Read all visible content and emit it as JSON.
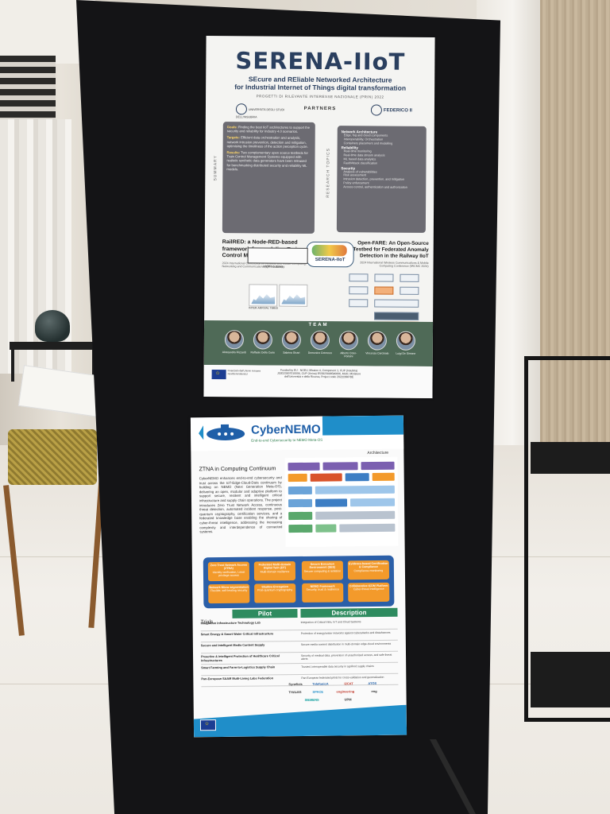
{
  "poster1": {
    "title": "SERENA-IIoT",
    "subtitle_line1": "SEcure and REliable Networked Architecture",
    "subtitle_line2": "for Industrial Internet of Things digital transformation",
    "band": "PROGETTI DI RILEVANTE INTERESSE NAZIONALE (PRIN) 2022",
    "partners_label": "PARTNERS",
    "partner_left": "UNIVERSITÀ DEGLI STUDI DELL'INSUBRIA",
    "partner_right": "FEDERICO II",
    "summary_label": "SUMMARY",
    "summary": [
      {
        "key": "Goals:",
        "text": "Finding the best IIoT architectures to support the security and reliability for Industry 4.0 scenarios."
      },
      {
        "key": "Targets:",
        "text": "Efficient data orchestration and analysis, network intrusion prevention, detection and mitigation, optimising the timeliness of the action perception cycle."
      },
      {
        "key": "Results:",
        "text": "Two complementary open source testbeds for Train Control Management Systems equipped with realistic synthetic data generators have been released for benchmarking distributed security and reliability ML models."
      }
    ],
    "research_label": "RESEARCH TOPICS",
    "research": [
      {
        "head": "Network Architecture",
        "lines": [
          "Edge, fog and cloud components",
          "Interoperability, Orchestration",
          "Containers placement and modelling"
        ]
      },
      {
        "head": "Reliability",
        "lines": [
          "Real-time monitoring",
          "Real-time data stream analysis",
          "ML based data analytics",
          "Fault/Attack classification"
        ]
      },
      {
        "head": "Security",
        "lines": [
          "Analysis of vulnerabilities",
          "Risk assessment",
          "Intrusion detection, prevention, and mitigation",
          "Policy enforcement",
          "Access control, authentication and authorization"
        ]
      }
    ],
    "railred_title": "RailRED: a Node-RED-based framework for modeling Train Control Management Systems",
    "railred_note": "2024 International Conference on Wireless and Mobile Computing, Networking and Communications (WiMob 2024)",
    "center_logo": "SERENA-IIoT",
    "fare_title": "Open-FARE: An Open-Source Testbed for Federated Anomaly Detection in the Railway IIoT",
    "fare_note": "2024 International Wireless Communications & Mobile Computing Conference (IWCMC 2024)",
    "mqtt_label": "MQTT Gateway",
    "inter_arrival": "INTER-ARRIVAL TIMES",
    "team_label": "TEAM",
    "team": [
      {
        "name": "Alessandra Rizzardi"
      },
      {
        "name": "Raffaele Della Corte"
      },
      {
        "name": "Sabrina Sicari"
      },
      {
        "name": "Domenico Cotroneo"
      },
      {
        "name": "Alberto Coen-Porisini"
      },
      {
        "name": "Vincenza Carchiolo"
      },
      {
        "name": "Luigi De Simone"
      }
    ],
    "funding": "Funded by EU - NGEU, Mission 4, Component 1, CUP (Insubria) J53D23007010006, CUP (Unina) E53D23008540006, MUR, Ministero dell'Università e della Ricerca, Project code 2022C8RPBE",
    "eu_text": "Finanziato dall'Unione europea NextGenerationEU",
    "colors": {
      "title": "#2a3f5f",
      "summary_bg": "#6c6b72",
      "team_bg": "#4f6a57",
      "accent": "#ffd86b"
    }
  },
  "poster2": {
    "title": "CyberNEMO",
    "tagline": "End-to-end Cybersecurity to NEMO Meta-OS",
    "architecture_label": "Architecture",
    "zina_title": "ZTNA in Computing Continuum",
    "zina_text": "CyberNEMO enhances end-to-end cybersecurity and trust across the IoT-Edge-Cloud-Data continuum by building on NEMO (Next Generation Meta-OS), delivering an open, modular and adaptive platform to support secure, resilient and intelligent critical infrastructure and supply chain operations. The project introduces Zero Trust Network Access, continuous threat detection, automated incident response, post-quantum cryptography, certification services, and a federated knowledge base enabling the sharing of cyber-threat intelligence, addressing the increasing complexity and interdependence of connected systems.",
    "modules": [
      {
        "label": "Zero Trust Network Access (ZTNA)",
        "desc": "Identity verification, Least privilege access"
      },
      {
        "label": "Federated Multi-domain Digital Twin (DT)",
        "desc": "Multi-domain resilience"
      },
      {
        "label": "Secure Execution Environment (SEE)",
        "desc": "Secure computing & isolation"
      },
      {
        "label": "Evidence-based Certification & Compliance",
        "desc": "Compliance monitoring"
      },
      {
        "label": "Network Micro-segmentation",
        "desc": "Flexible, self-healing security"
      },
      {
        "label": "Shadow Encryption",
        "desc": "Post-quantum cryptography"
      },
      {
        "label": "NEMO Framework",
        "desc": "Security, trust & resilience"
      },
      {
        "label": "Collaborative ICDM Platform",
        "desc": "Cyber-threat intelligence"
      }
    ],
    "trials_label": "Trials",
    "table_headers": [
      "Pilot",
      "Description"
    ],
    "trials": [
      {
        "pilot": "Integration Infrastructure Technology Lab",
        "desc": "Integration of Critical Infra, IoT and Cloud Systems"
      },
      {
        "pilot": "Smart Energy & Smart Water Critical Infrastructure",
        "desc": "Protection of energy/water networks against cyberattacks and disturbances"
      },
      {
        "pilot": "Secure and Intelligent Media Content Supply",
        "desc": "Secure media content distribution in multi-domain edge-cloud environments"
      },
      {
        "pilot": "Proactive & Intelligent Protection of Healthcare Critical Infrastructures",
        "desc": "Security of medical data, prevention of unauthorised access, and safe threat alerts"
      },
      {
        "pilot": "Smart Farming and Farm-to-Logistics Supply Chain",
        "desc": "Trusted, interoperable data security in agrifood supply chains"
      },
      {
        "pilot": "Pan-European SAAM Multi-Living Labs Federation",
        "desc": "Pan-European federated pilots for cross-validation and generalization"
      }
    ],
    "partners": [
      "SIEMENS",
      "THALES",
      "engineering",
      "eng",
      "i2CAT",
      "UPM",
      "Synelixis",
      "TelefonicA",
      "SPACE",
      "ATOS"
    ],
    "colors": {
      "brand_blue": "#1f8ec9",
      "title_blue": "#1f5fa8",
      "module_orange": "#f39a2b",
      "module_bg": "#2b5fa8"
    }
  }
}
